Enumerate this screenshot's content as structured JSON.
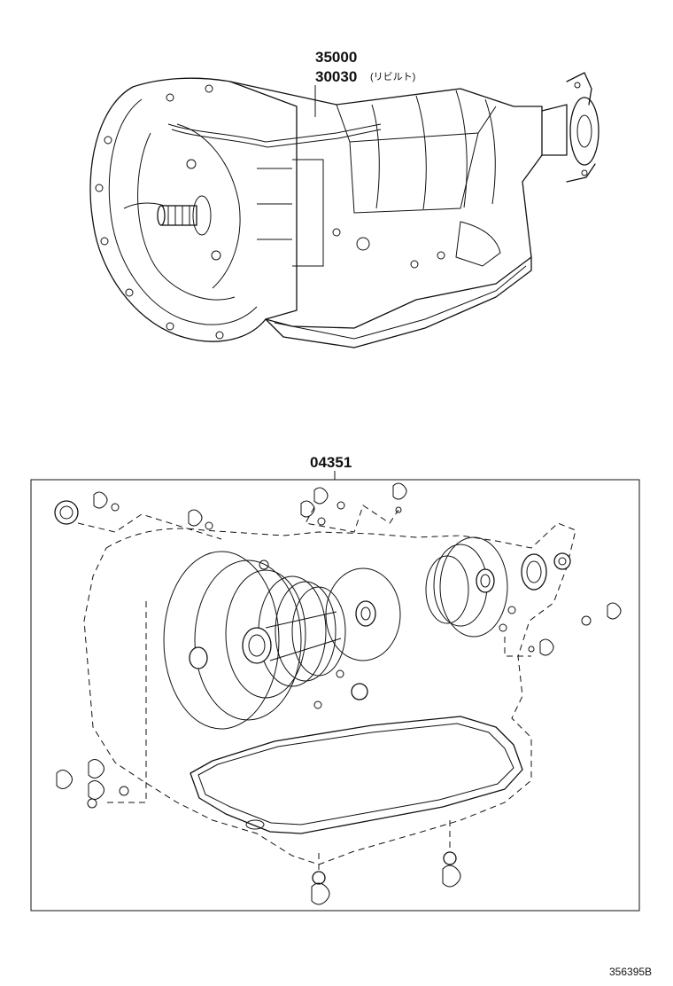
{
  "diagram": {
    "top_assembly": {
      "part_number_1": "35000",
      "part_number_2": "30030",
      "part_note_2": "(リビルト)"
    },
    "gasket_kit": {
      "part_number": "04351"
    },
    "illustration_id": "356395B"
  }
}
